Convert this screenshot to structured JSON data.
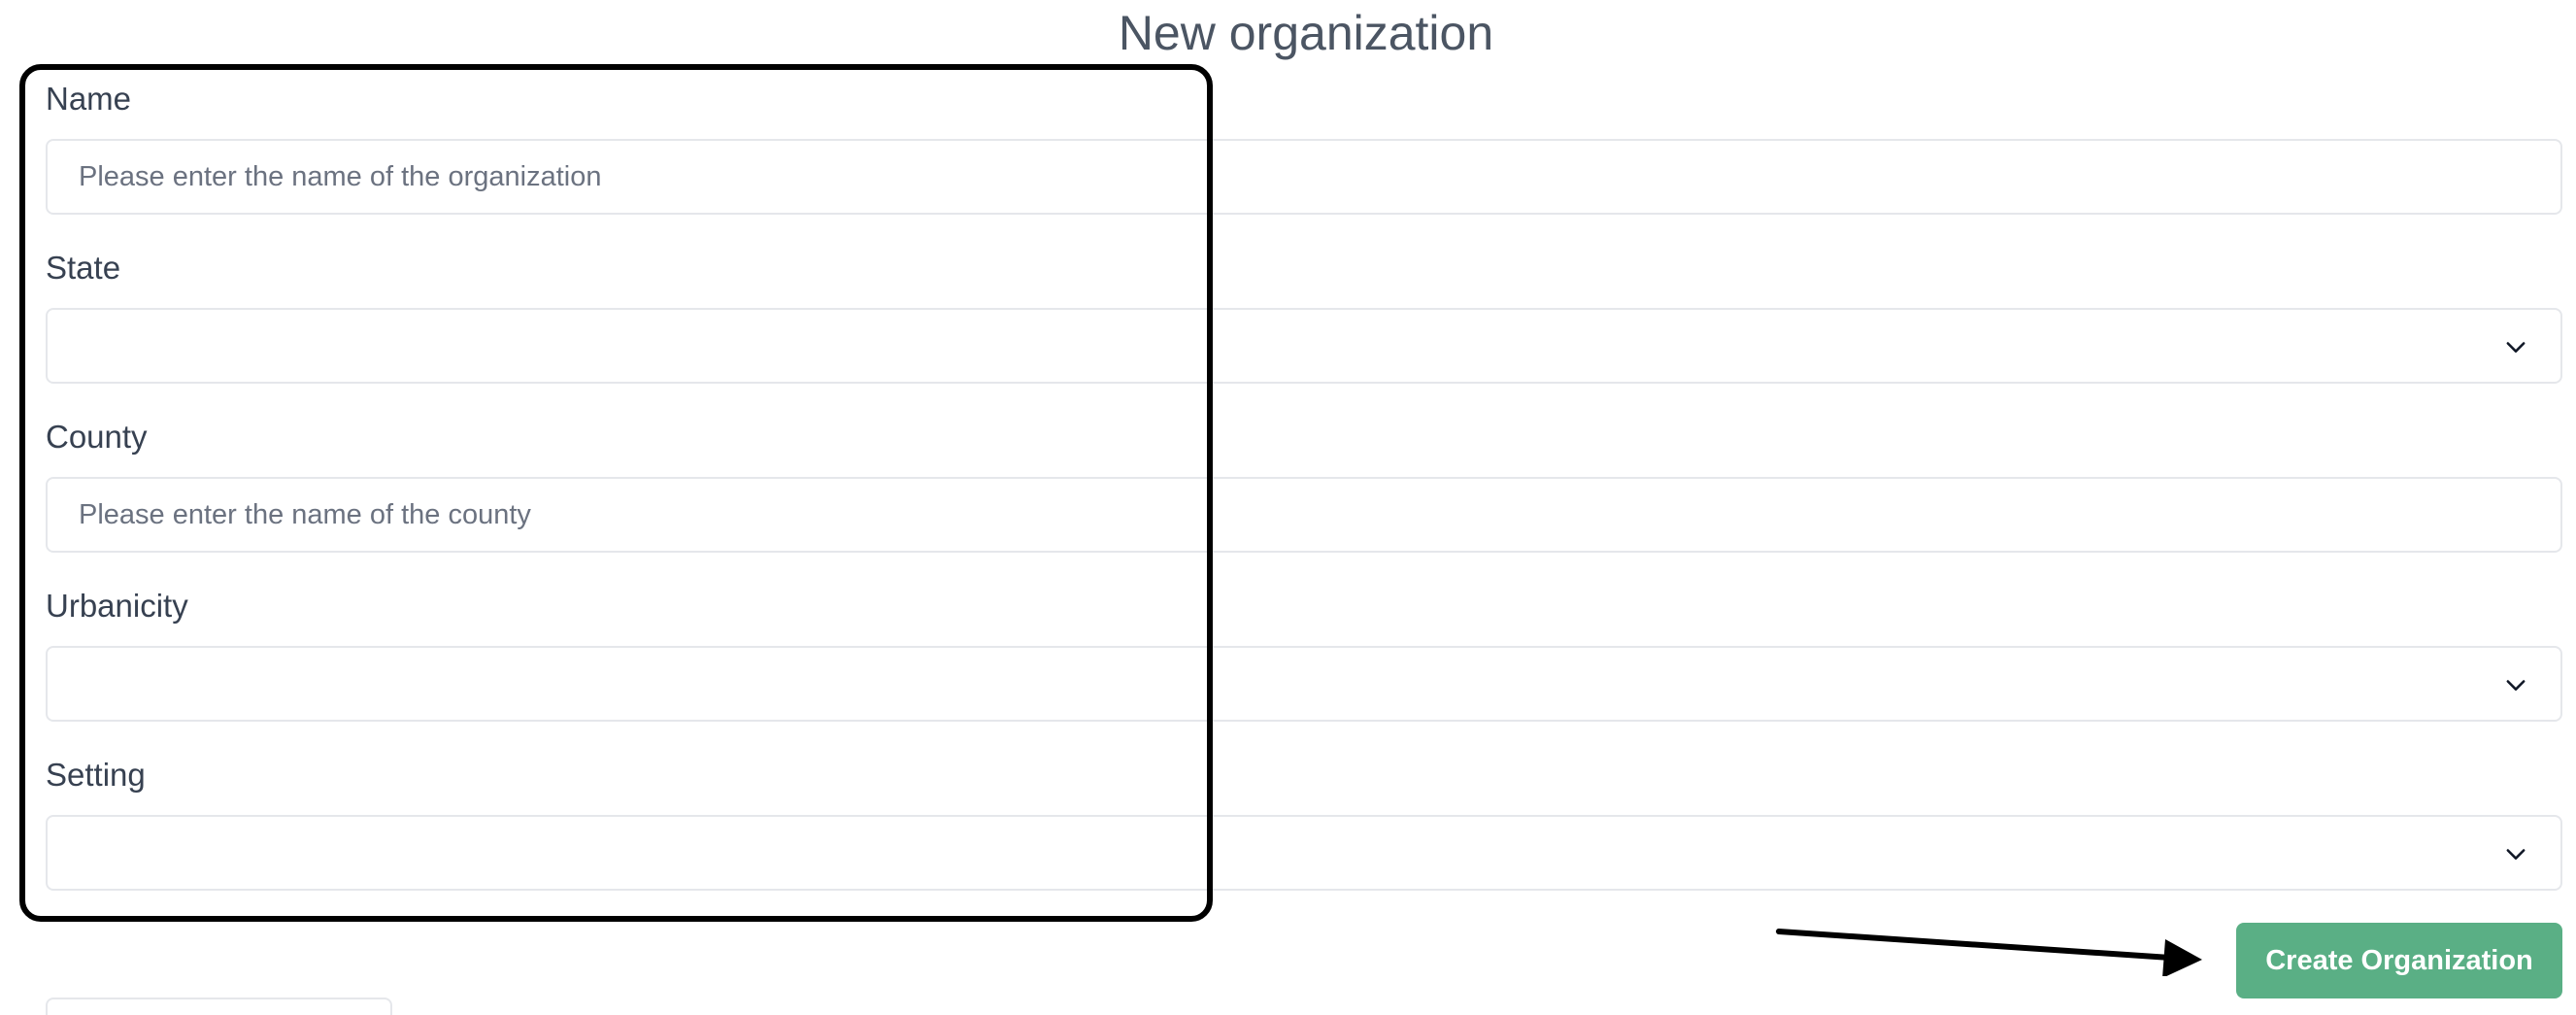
{
  "page": {
    "title": "New organization"
  },
  "form": {
    "fields": [
      {
        "label": "Name",
        "type": "text",
        "placeholder": "Please enter the name of the organization",
        "value": ""
      },
      {
        "label": "State",
        "type": "select",
        "value": ""
      },
      {
        "label": "County",
        "type": "text",
        "placeholder": "Please enter the name of the county",
        "value": ""
      },
      {
        "label": "Urbanicity",
        "type": "select",
        "value": ""
      },
      {
        "label": "Setting",
        "type": "select",
        "value": ""
      }
    ],
    "submit_label": "Create Organization"
  },
  "colors": {
    "submit_button": "#5aaf85",
    "annotation": "#000000",
    "field_border": "#e5e7eb"
  },
  "icons": {
    "select_chevron": "chevron-down-icon",
    "annotation_pointer": "arrow-icon"
  }
}
